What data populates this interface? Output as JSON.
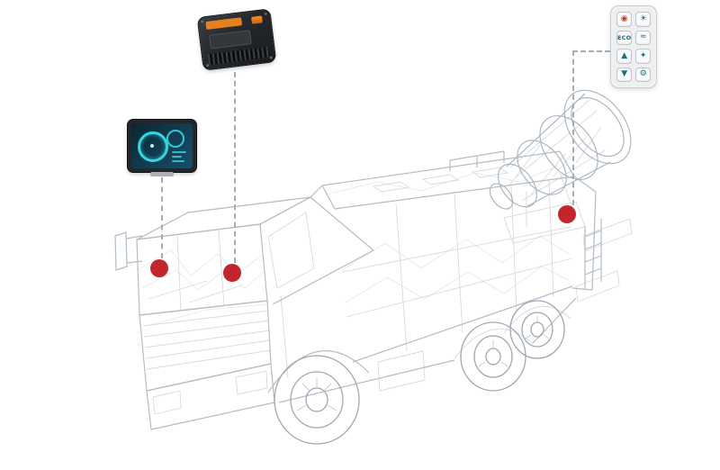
{
  "diagram": {
    "background": "#ffffff",
    "marker_color": "#c2262c",
    "leader_color": "#a7acb2",
    "wireframe_color": "#b4bcc4"
  },
  "display": {
    "device": "in-cab-touchscreen-display",
    "bezel_color": "#23262a",
    "screen_color": "#123d52",
    "gauge_color": "#35d6e0"
  },
  "controller": {
    "device": "control-unit-module",
    "body_color": "#24272b",
    "accent_color": "#e5801f"
  },
  "keypad": {
    "device": "membrane-control-keypad",
    "body_color": "#edeff0",
    "icon_color": "#1d6e80",
    "buttons": [
      {
        "name": "power-icon",
        "glyph": "◉",
        "color": "#c0392b"
      },
      {
        "name": "light-icon",
        "glyph": "☀",
        "color": "#1d6e80"
      },
      {
        "name": "eco-button",
        "glyph": "ECO",
        "color": "#1d6e80"
      },
      {
        "name": "spray-icon",
        "glyph": "≈",
        "color": "#1d6e80"
      },
      {
        "name": "up-arrow-icon",
        "glyph": "▲",
        "color": "#1d6e80"
      },
      {
        "name": "fan-icon",
        "glyph": "✦",
        "color": "#1d6e80"
      },
      {
        "name": "down-arrow-icon",
        "glyph": "▼",
        "color": "#1d6e80"
      },
      {
        "name": "settings-icon",
        "glyph": "⚙",
        "color": "#1d6e80"
      }
    ]
  },
  "markers": [
    {
      "name": "display-mount-point"
    },
    {
      "name": "controller-mount-point"
    },
    {
      "name": "keypad-mount-point"
    }
  ]
}
